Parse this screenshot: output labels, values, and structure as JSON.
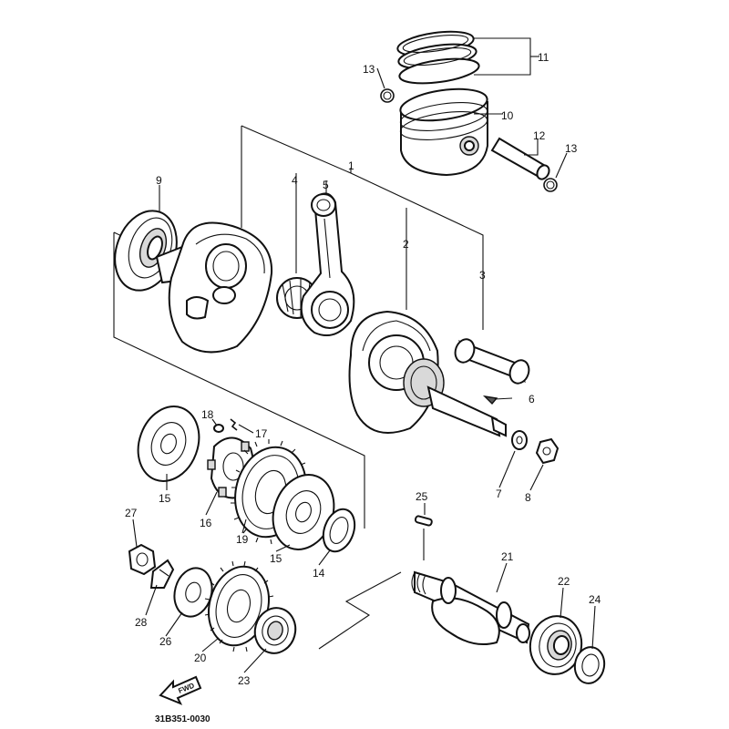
{
  "callouts": {
    "c1": "1",
    "c2": "2",
    "c3": "3",
    "c4": "4",
    "c5": "5",
    "c6": "6",
    "c7": "7",
    "c8": "8",
    "c9": "9",
    "c10": "10",
    "c11": "11",
    "c12": "12",
    "c13a": "13",
    "c13b": "13",
    "c14": "14",
    "c15a": "15",
    "c15b": "15",
    "c16": "16",
    "c17": "17",
    "c18": "18",
    "c19": "19",
    "c20": "20",
    "c21": "21",
    "c22": "22",
    "c23": "23",
    "c24": "24",
    "c25": "25",
    "c26": "26",
    "c27": "27",
    "c28": "28"
  },
  "arrow_label": "FWD",
  "figure_code": "31B351-0030"
}
